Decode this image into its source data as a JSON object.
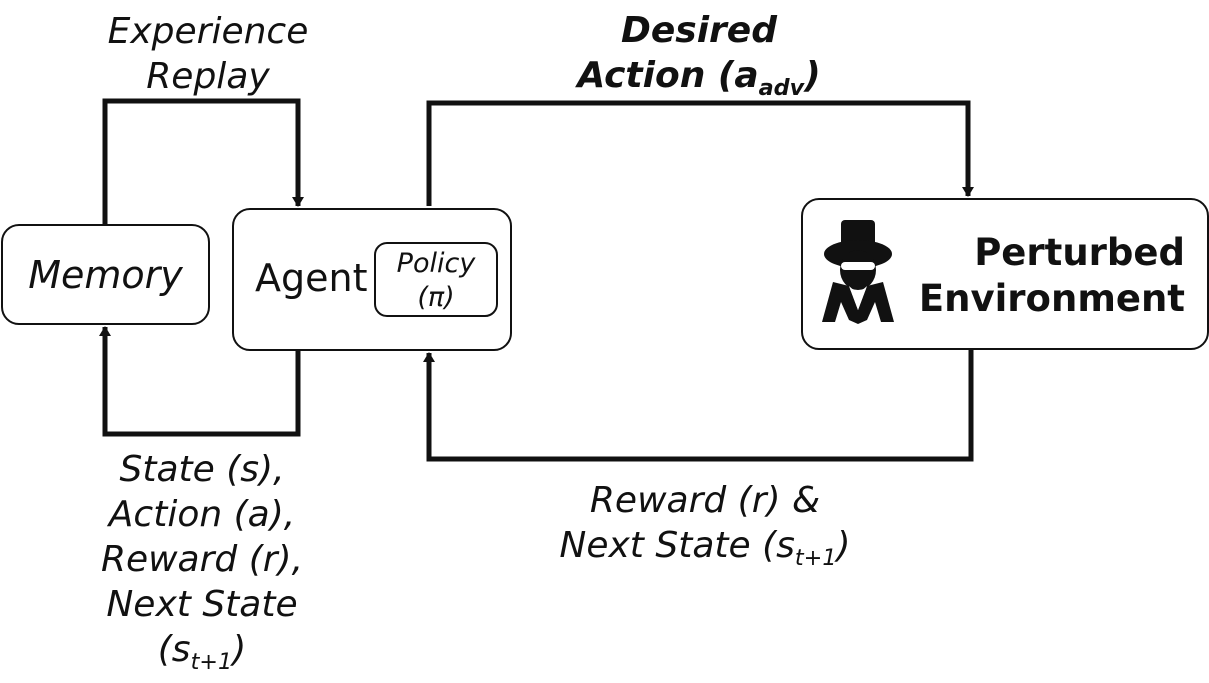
{
  "diagram": {
    "memory": {
      "label": "Memory"
    },
    "agent": {
      "label": "Agent",
      "policy": {
        "line1": "Policy",
        "line2": "(π)"
      }
    },
    "environment": {
      "line1": "Perturbed",
      "line2": "Environment",
      "icon": "spy-icon"
    },
    "edges": {
      "experience_replay": {
        "line1": "Experience",
        "line2": "Replay"
      },
      "desired_action": {
        "line1": "Desired",
        "line2_main": "Action (a",
        "line2_sub": "adv",
        "line2_end": ")"
      },
      "transition_store": {
        "line1": "State (s),",
        "line2": "Action (a),",
        "line3": "Reward (r),",
        "line4": "Next State",
        "line5_main": "(s",
        "line5_sub": "t+1",
        "line5_end": ")"
      },
      "reward_next_state": {
        "line1": "Reward (r) &",
        "line2_main": "Next State (s",
        "line2_sub": "t+1",
        "line2_end": ")"
      }
    },
    "colors": {
      "stroke": "#111111",
      "background": "#ffffff"
    }
  }
}
